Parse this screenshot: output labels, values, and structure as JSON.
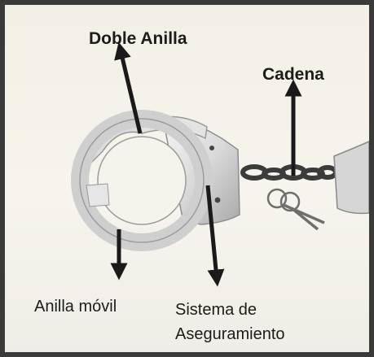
{
  "labels": {
    "doble_anilla": "Doble Anilla",
    "cadena": "Cadena",
    "anilla_movil": "Anilla móvil",
    "sistema_line1": "Sistema de",
    "sistema_line2": "Aseguramiento"
  },
  "colors": {
    "background": "#f3f2ea",
    "frame": "#3a3a3a",
    "arrow": "#1a1a1a",
    "metal_light": "#e8e8e8",
    "metal_dark": "#8a8a8a",
    "chain": "#3c3c3c"
  }
}
